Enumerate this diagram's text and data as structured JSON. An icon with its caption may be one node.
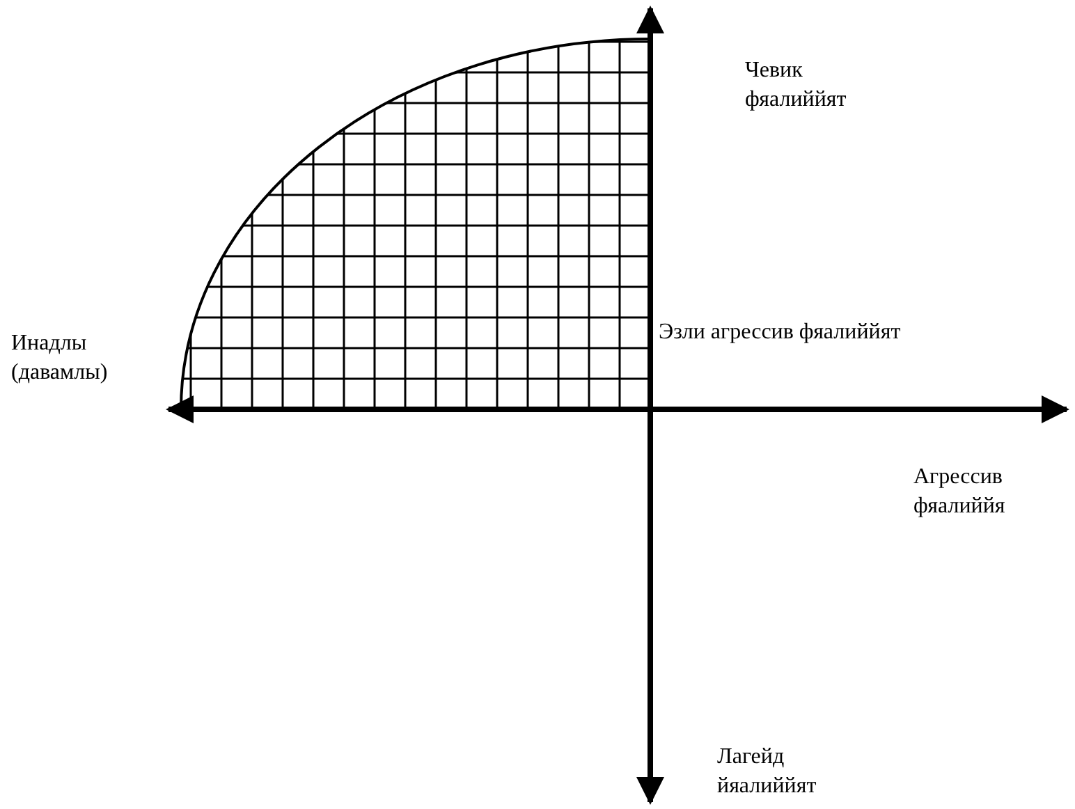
{
  "diagram": {
    "labels": [
      "Чевик фяалиййят",
      "Инадлы (давамлы)",
      "Эзли агрессив фяалиййят",
      "Агрессив фяалиййя",
      "Лагейд йяалиййят"
    ]
  }
}
